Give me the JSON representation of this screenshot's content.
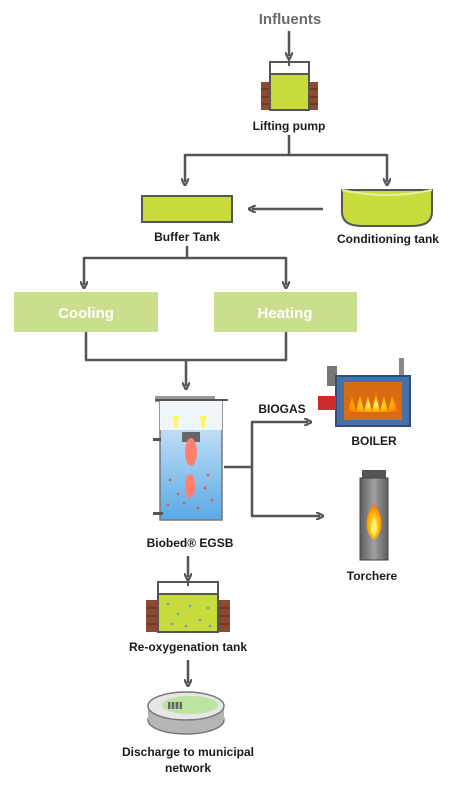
{
  "labels": {
    "influents": "Influents",
    "lifting_pump": "Lifting pump",
    "buffer_tank": "Buffer Tank",
    "conditioning_tank": "Conditioning tank",
    "cooling": "Cooling",
    "heating": "Heating",
    "biogas": "BIOGAS",
    "boiler": "BOILER",
    "biobed": "Biobed® EGSB",
    "torchere": "Torchere",
    "reoxygenation_tank": "Re-oxygenation tank",
    "discharge_line1": "Discharge to municipal",
    "discharge_line2": "network"
  },
  "colors": {
    "liquid": "#c8dc3c",
    "box_fill": "#c9df8e",
    "arrow": "#555555",
    "brick": "#8b4a32",
    "flame": "#ffb000"
  }
}
